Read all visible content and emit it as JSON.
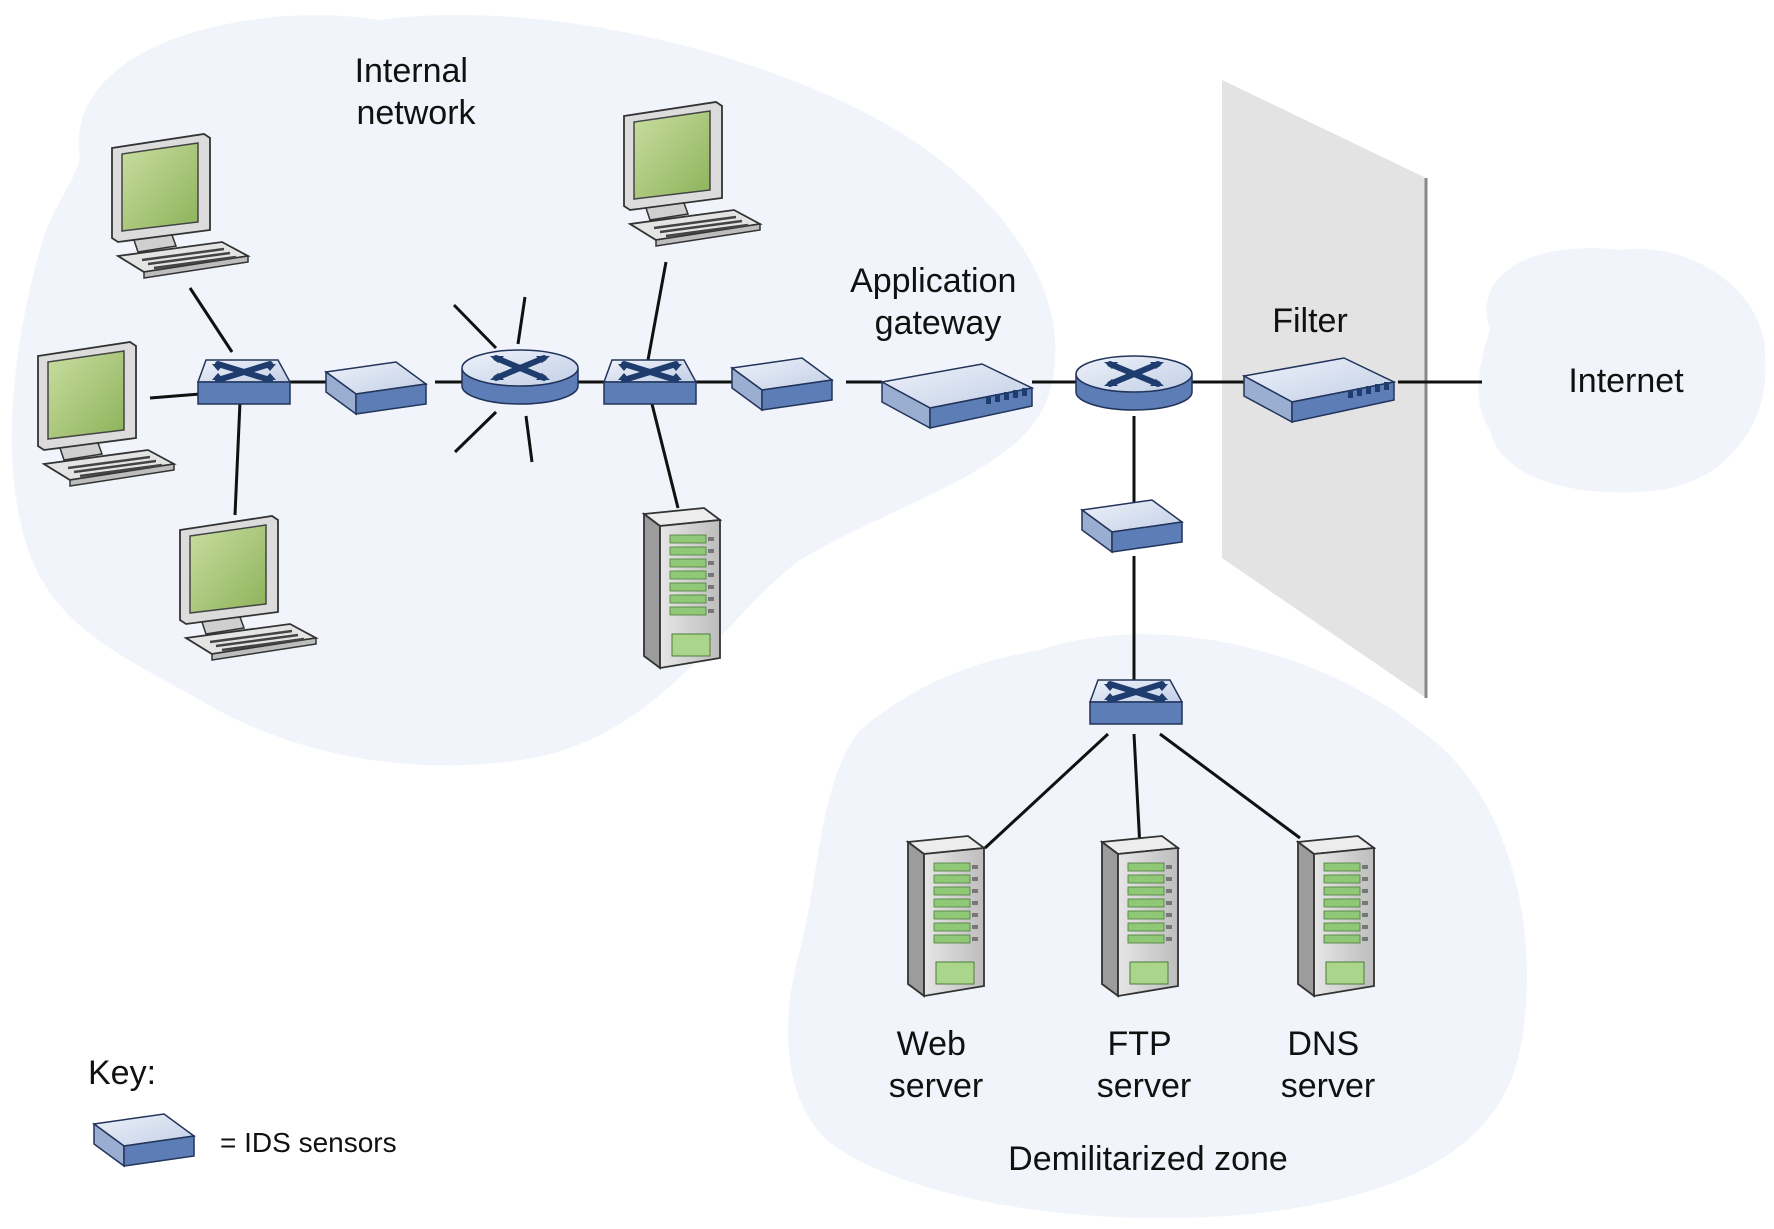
{
  "regions": {
    "internal": "Internal\nnetwork",
    "dmz": "Demilitarized zone",
    "internet": "Internet"
  },
  "devices": {
    "app_gateway": "Application\ngateway",
    "filter": "Filter",
    "web_server": "Web\nserver",
    "ftp_server": "FTP\nserver",
    "dns_server": "DNS\nserver"
  },
  "key": {
    "title": "Key:",
    "ids_label": "= IDS sensors"
  },
  "colors": {
    "cloud": "#f1f4fb",
    "device_top": "#dde6f4",
    "device_side": "#5d7fb8",
    "device_dark": "#1f3c6e",
    "screen_green": "#a6c972",
    "rack_green": "#8fc877",
    "firewall_wall": "#e3e3e3"
  }
}
